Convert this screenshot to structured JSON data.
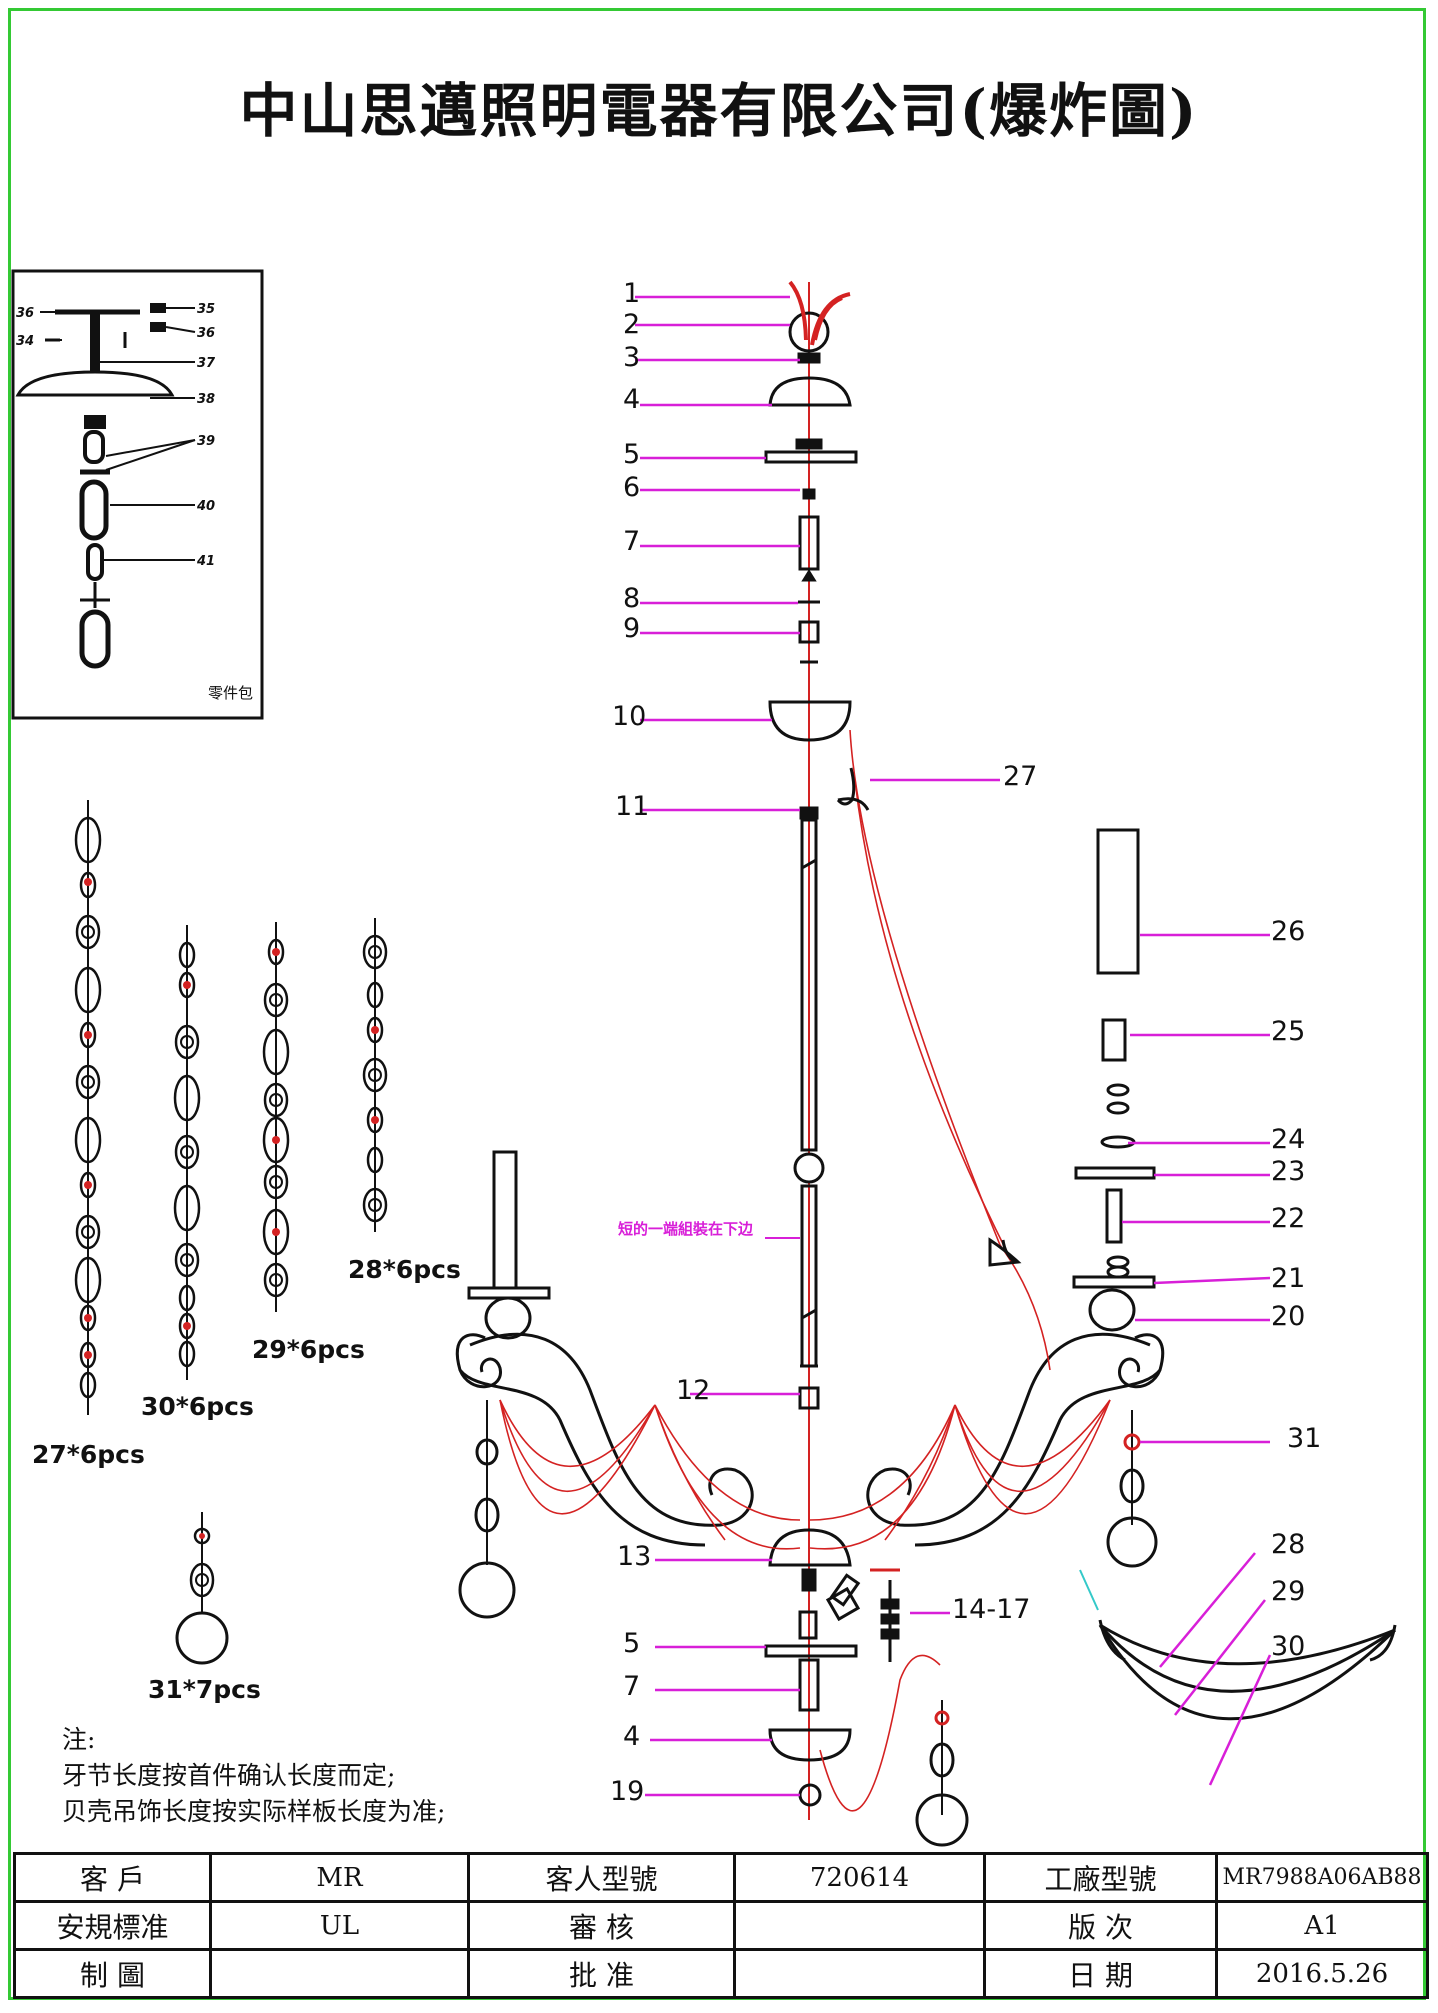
{
  "title": "中山思邁照明電器有限公司(爆炸圖)",
  "inset": {
    "labels": [
      "36",
      "35",
      "34",
      "36",
      "37",
      "38",
      "39",
      "40",
      "41"
    ],
    "caption": "零件包"
  },
  "parts": {
    "center": [
      "1",
      "2",
      "3",
      "4",
      "5",
      "6",
      "7",
      "8",
      "9",
      "10",
      "11",
      "12",
      "13",
      "14-17",
      "5",
      "7",
      "4",
      "19"
    ],
    "right": [
      "27",
      "26",
      "25",
      "24",
      "23",
      "22",
      "21",
      "20",
      "31",
      "28",
      "29",
      "30"
    ]
  },
  "annotation": "短的一端組裝在下边",
  "chains": [
    {
      "label": "27*6pcs"
    },
    {
      "label": "30*6pcs"
    },
    {
      "label": "29*6pcs"
    },
    {
      "label": "28*6pcs"
    },
    {
      "label": "31*7pcs"
    }
  ],
  "notes": {
    "heading": "注:",
    "line1": "牙节长度按首件确认长度而定;",
    "line2": "贝壳吊饰长度按实际样板长度为准;"
  },
  "title_block": {
    "customer_label": "客 戶",
    "customer_value": "MR",
    "customer_model_label": "客人型號",
    "customer_model_value": "720614",
    "factory_model_label": "工廠型號",
    "factory_model_value": "MR7988A06AB88",
    "safety_label": "安規標准",
    "safety_value": "UL",
    "review_label": "審 核",
    "review_value": "",
    "version_label": "版 次",
    "version_value": "A1",
    "drawn_label": "制 圖",
    "drawn_value": "",
    "approve_label": "批 准",
    "approve_value": "",
    "date_label": "日 期",
    "date_value": "2016.5.26"
  },
  "colors": {
    "frame": "#34c934",
    "leader": "#d81fd8",
    "wire": "#d42222",
    "line": "#111111",
    "annotation": "#d81fd8"
  }
}
